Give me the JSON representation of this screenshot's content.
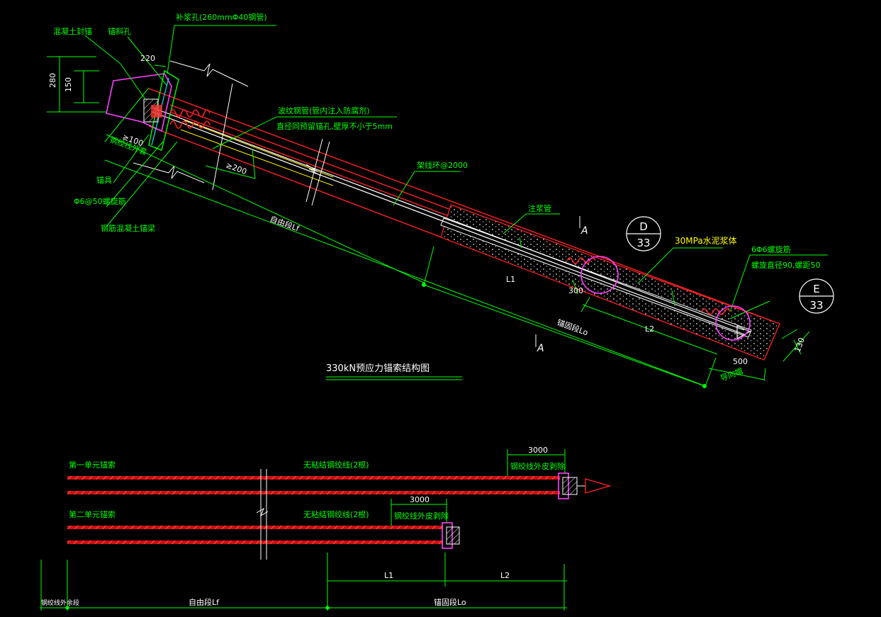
{
  "title": "330kN预应力锚索结构图",
  "colors": {
    "background": "#000000",
    "red": "#ff2020",
    "green": "#00ff00",
    "white": "#ffffff",
    "magenta": "#ff40ff",
    "yellow": "#ffff00",
    "cyan": "#00e5ff"
  },
  "labels": {
    "cover": "混凝土封锚",
    "anchor_hole": "锚斜孔",
    "grout_hole": "补浆孔(260mmΦ40钢管)",
    "dim_220": "220",
    "dim_280": "280",
    "dim_150": "150",
    "dim_100": "≥100",
    "dim_200": "≥200",
    "strand_outer": "钢绞线外套",
    "anchor_device": "锚具",
    "spiral_top": "Φ6@50螺旋筋",
    "rc_beam": "钢筋混凝土锚梁",
    "corrugated_1": "波纹钢管(管内注入防腐剂)",
    "corrugated_2": "直径同预留锚孔,壁厚不小于5mm",
    "frame_ring": "架线环@2000",
    "grout_pipe": "注浆管",
    "free_length": "自由段Lf",
    "anchor_length": "锚固段Lo",
    "dim_l1": "L1",
    "dim_l2": "L2",
    "dim_300": "300",
    "dim_500": "500",
    "dim_130": "130",
    "section_a1": "A",
    "section_a2": "A",
    "detail_d_letter": "D",
    "detail_d_sheet": "33",
    "detail_e_letter": "E",
    "detail_e_sheet": "33",
    "mortar": "30MPa水泥浆体",
    "spiral_bottom_1": "6Φ6螺旋筋",
    "spiral_bottom_2": "螺旋直径90,螺距50",
    "guide_cap": "导向帽"
  },
  "bottom": {
    "unit1_name": "第一单元锚索",
    "unit1_strand": "无粘结钢绞线(2根)",
    "unit1_dim": "3000",
    "unit1_strip": "钢绞线外皮剥除",
    "unit2_name": "第二单元锚索",
    "unit2_strand": "无粘结钢绞线(2根)",
    "unit2_dim": "3000",
    "unit2_strip": "钢绞线外皮剥除",
    "dim_l1": "L1",
    "dim_l2": "L2",
    "outer_length": "钢绞线外余段",
    "free_length": "自由段Lf",
    "anchor_length": "锚固段Lo"
  }
}
